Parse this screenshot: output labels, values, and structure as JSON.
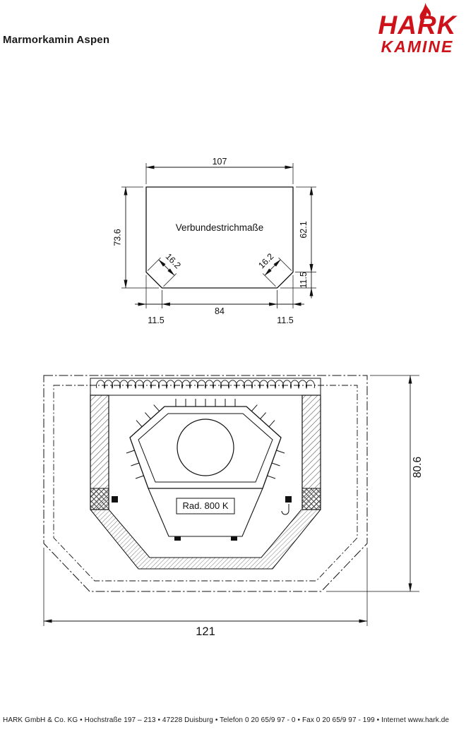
{
  "header": {
    "title": "Marmorkamin Aspen"
  },
  "logo": {
    "word1": "HARK",
    "word2": "KAMINE",
    "color": "#cd1319"
  },
  "screed": {
    "label": "Verbundestrichmaße",
    "dim_top": "107",
    "dim_left": "73.6",
    "dim_right_upper": "62.1",
    "dim_right_lower": "11.5",
    "dim_chamfer_left": "16.2",
    "dim_chamfer_right": "16.2",
    "dim_bottom": "84",
    "dim_bottom_left": "11.5",
    "dim_bottom_right": "11.5"
  },
  "plan": {
    "radius_label": "Rad. 800 K",
    "dim_height": "80.6",
    "dim_width": "121"
  },
  "footer": {
    "text": "HARK GmbH & Co. KG • Hochstraße 197 – 213 • 47228 Duisburg • Telefon 0 20 65/9 97 - 0 • Fax 0 20 65/9 97 - 199 • Internet www.hark.de"
  },
  "colors": {
    "line": "#111111",
    "background": "#ffffff"
  }
}
